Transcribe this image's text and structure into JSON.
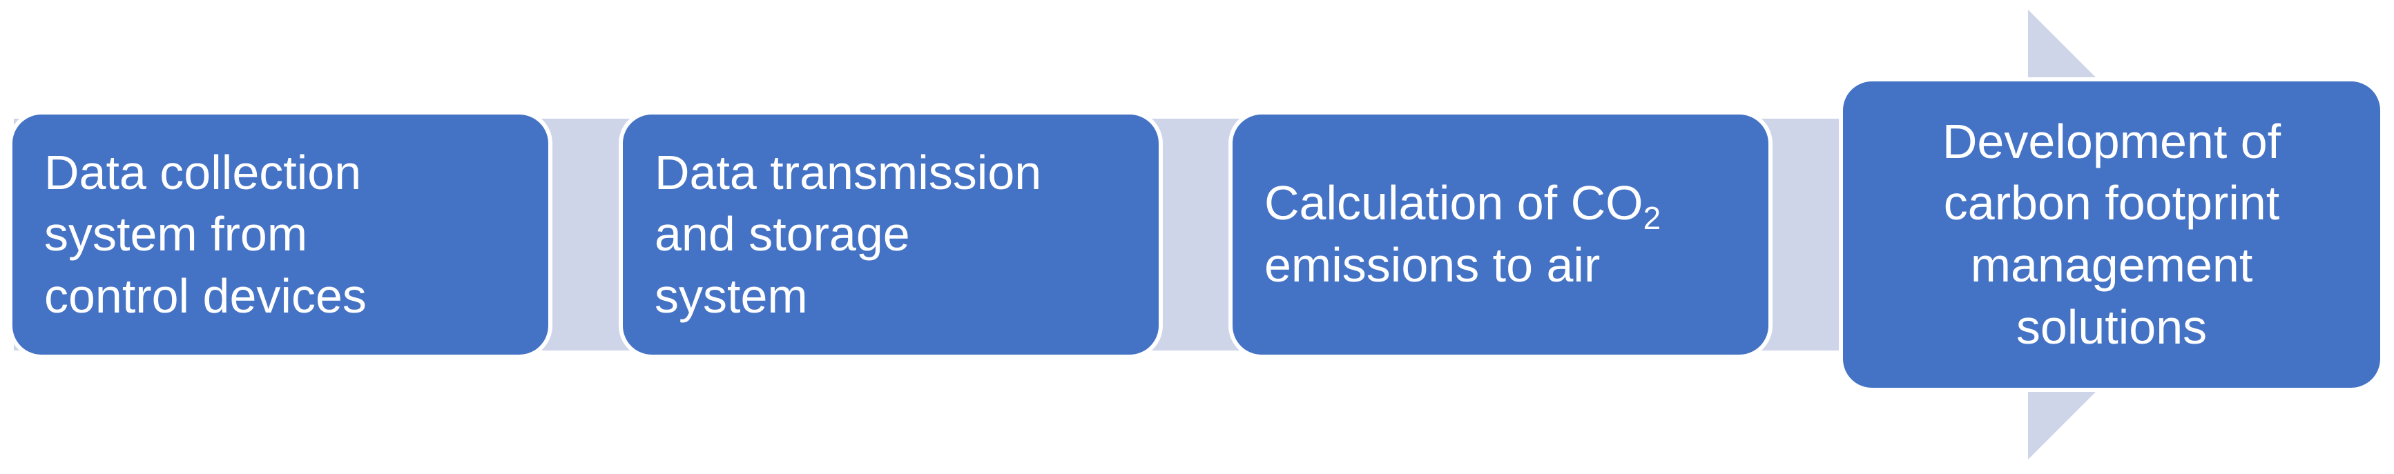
{
  "diagram": {
    "colors": {
      "box_fill": "#4472c4",
      "box_border": "#ffffff",
      "text": "#ffffff",
      "arrow": "#cfd5e9"
    },
    "steps": [
      {
        "lines": [
          "Data collection",
          "system from",
          "control devices"
        ]
      },
      {
        "lines": [
          "Data transmission",
          "and storage",
          "system"
        ]
      },
      {
        "line1_prefix": "Calculation of CO",
        "line1_subscript": "2",
        "line2": "emissions to air"
      },
      {
        "lines": [
          "Development of",
          "carbon footprint",
          "management",
          "solutions"
        ]
      }
    ]
  }
}
